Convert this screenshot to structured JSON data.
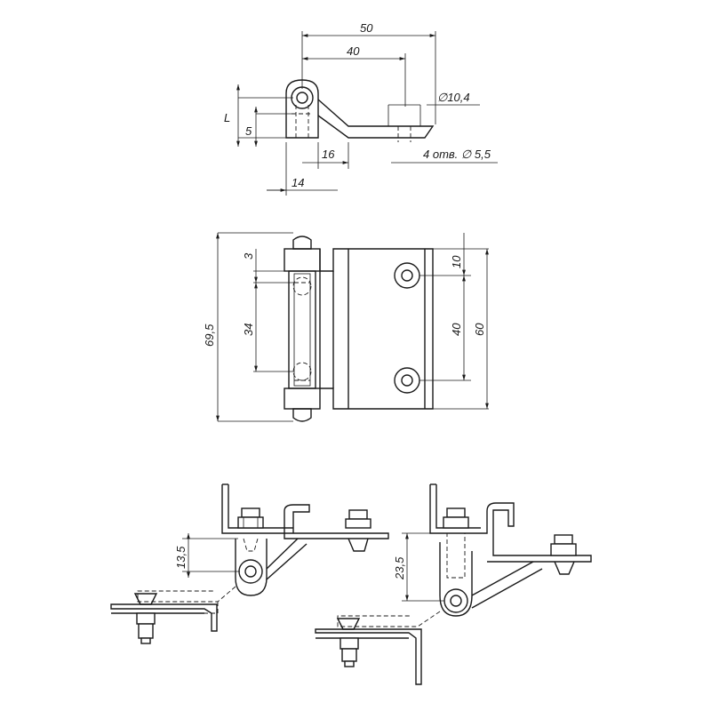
{
  "top_view": {
    "dim_50": "50",
    "dim_40": "40",
    "dim_hole": "∅10,4",
    "dim_L": "L",
    "dim_5": "5",
    "dim_16": "16",
    "dim_holes": "4 отв. ∅ 5,5",
    "dim_14": "14"
  },
  "front_view": {
    "dim_3": "3",
    "dim_34": "34",
    "dim_69_5": "69,5",
    "dim_10": "10",
    "dim_40": "40",
    "dim_60": "60"
  },
  "assembly": {
    "dim_13_5": "13,5",
    "dim_23_5": "23,5"
  }
}
